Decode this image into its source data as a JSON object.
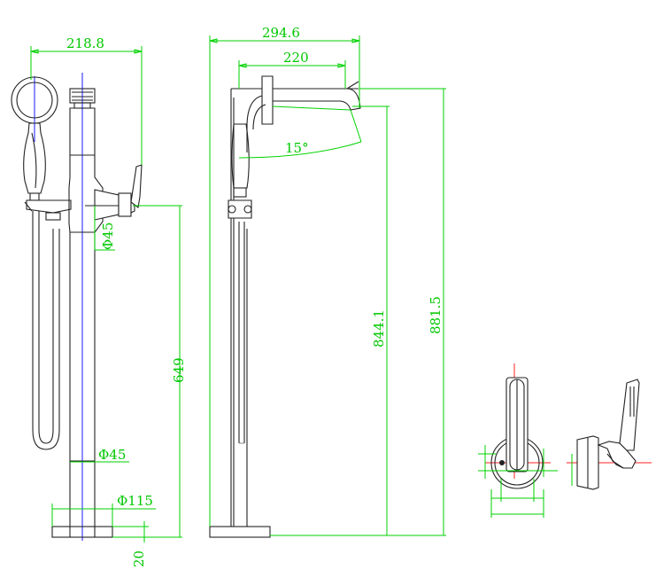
{
  "dimensions": {
    "front_overall_width": "218.8",
    "side_overall_width": "294.6",
    "spout_reach": "220",
    "spout_angle": "15°",
    "diam_upper": "Φ45",
    "diam_lower": "Φ45",
    "diam_base": "Φ115",
    "handle_height": "649",
    "spout_height": "844.1",
    "overall_height": "881.5",
    "base_thickness": "20"
  }
}
